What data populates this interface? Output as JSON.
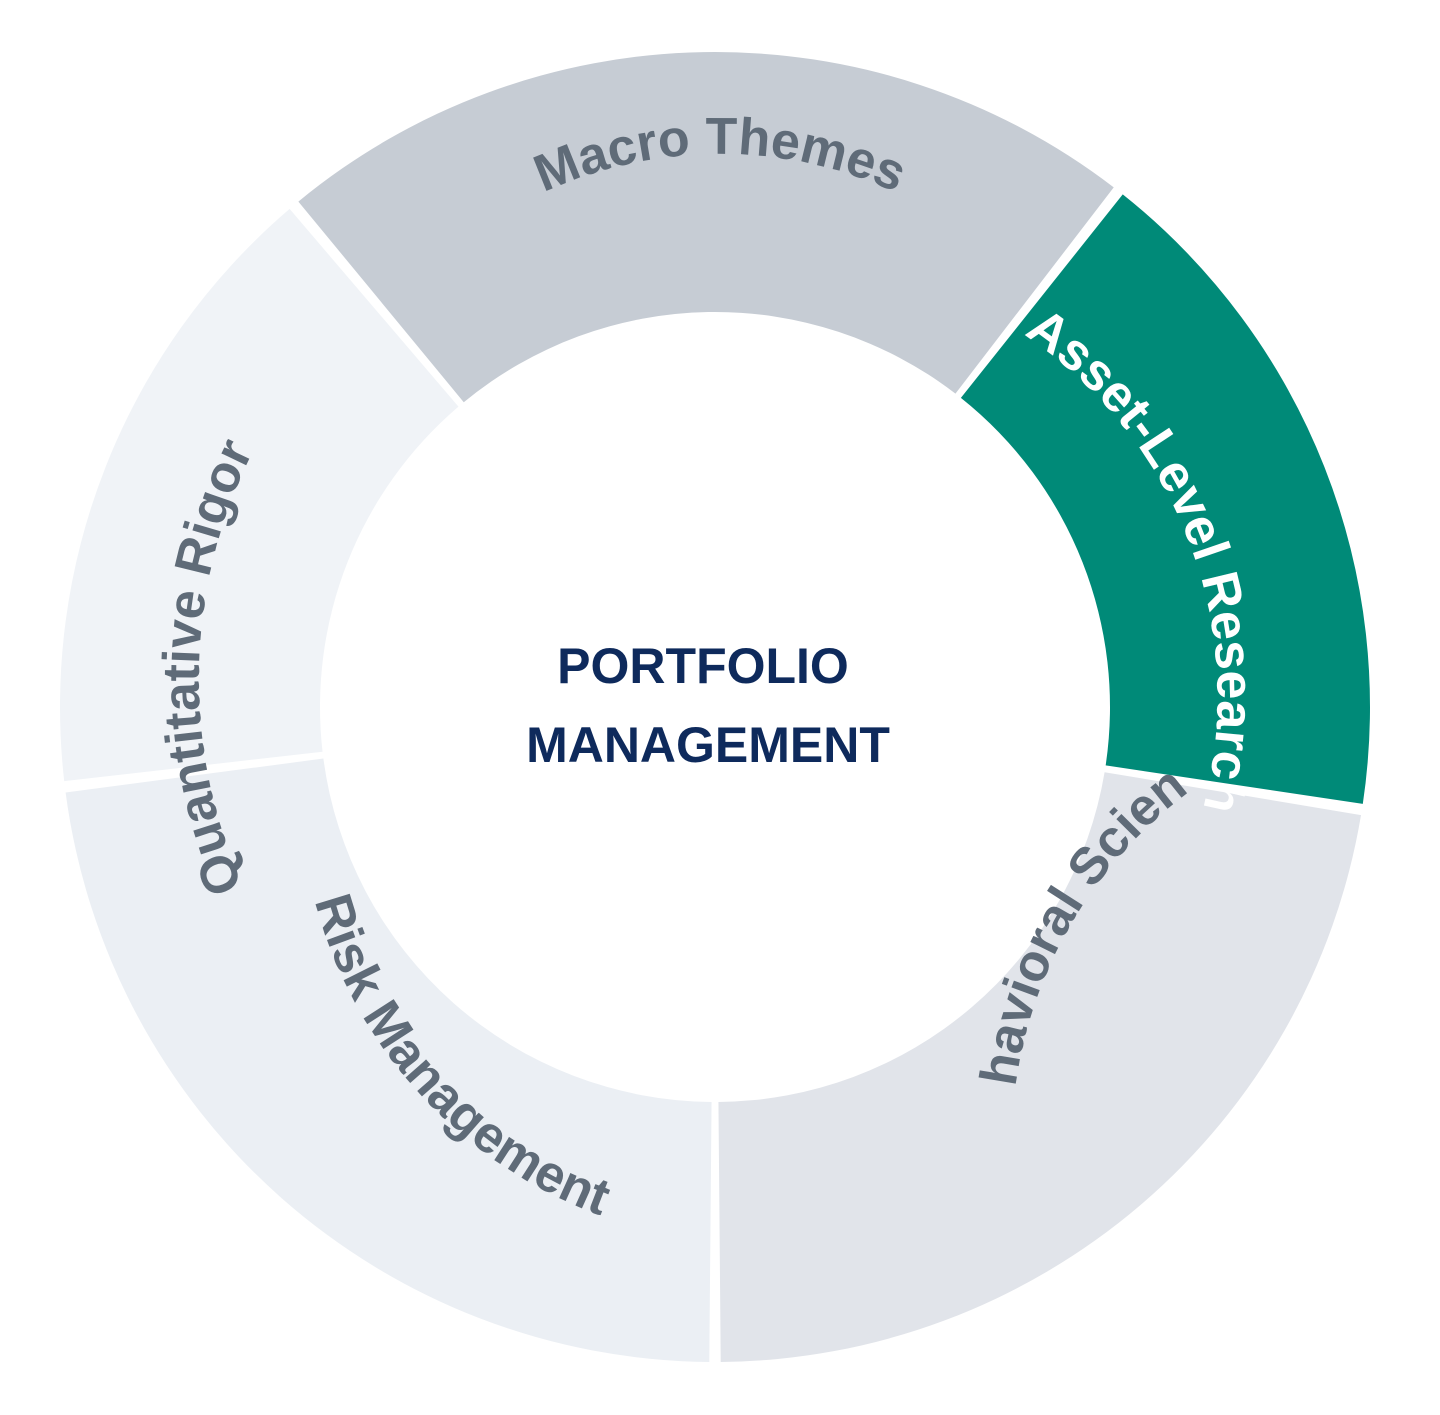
{
  "center": {
    "line1": "PORTFOLIO",
    "line2": "MANAGEMENT",
    "color": "#0e2a5c"
  },
  "segments": [
    {
      "key": "macro-themes",
      "label": "Macro Themes",
      "fill": "#c6ccd4",
      "text_color": "#5f6b78"
    },
    {
      "key": "asset-level-research",
      "label": "Asset-Level Research",
      "fill": "#008a78",
      "text_color": "#ffffff"
    },
    {
      "key": "behavioral-science",
      "label": "Behavioral Science",
      "fill": "#e1e4ea",
      "text_color": "#5f6b78"
    },
    {
      "key": "risk-management",
      "label": "Risk Management",
      "fill": "#ebeff4",
      "text_color": "#5f6b78"
    },
    {
      "key": "quantitative-rigor",
      "label": "Quantitative Rigor",
      "fill": "#f0f3f7",
      "text_color": "#5f6b78"
    }
  ],
  "colors": {
    "background": "#ffffff",
    "separator": "#ffffff",
    "highlight": "#008a78"
  }
}
